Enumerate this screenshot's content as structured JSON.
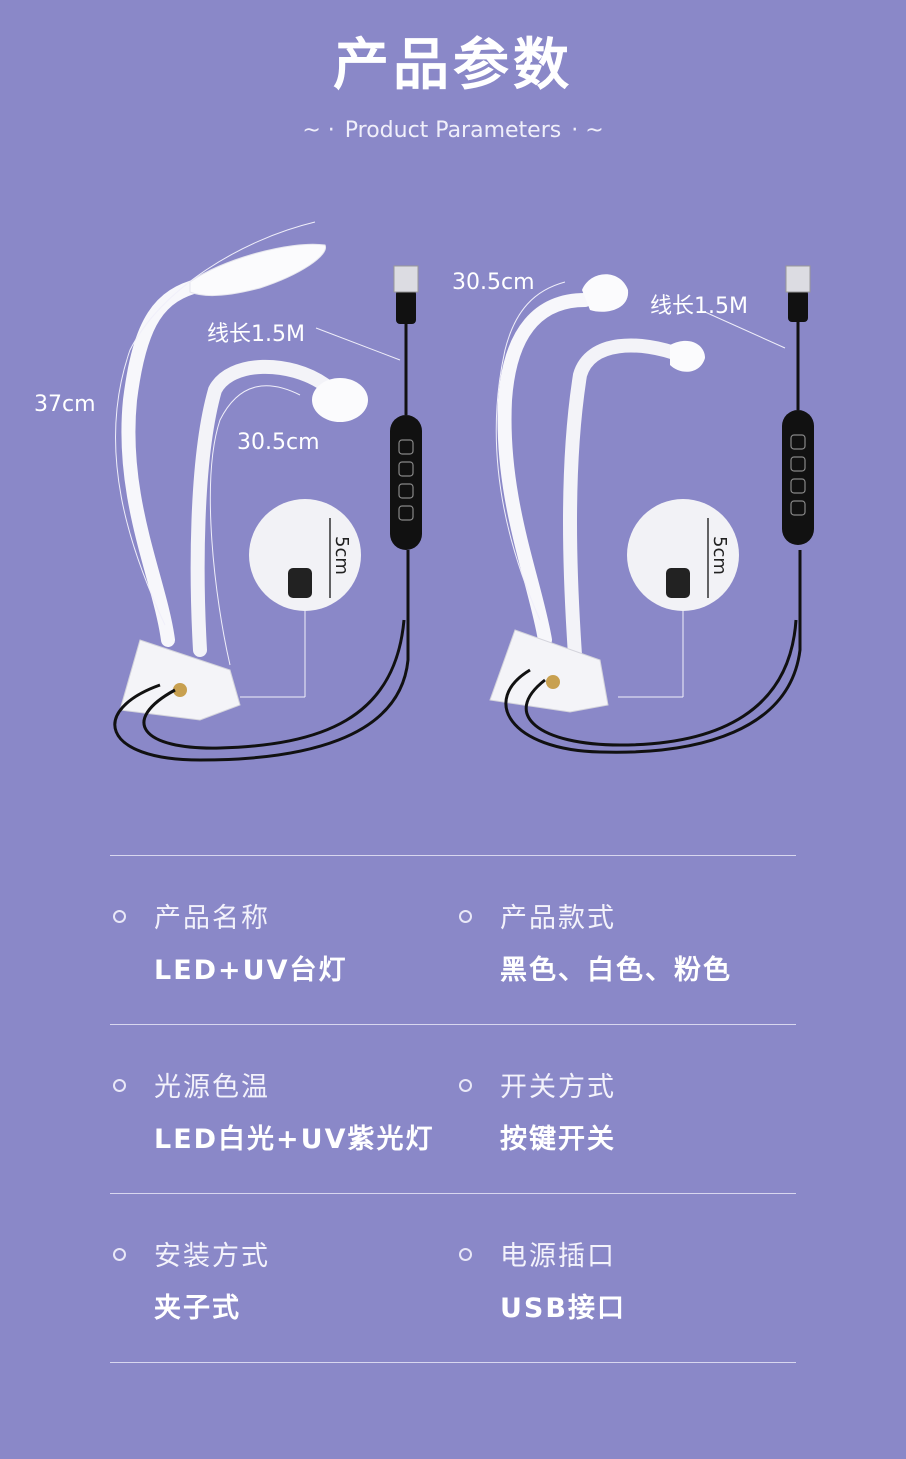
{
  "header": {
    "title": "产品参数",
    "subtitle": "Product Parameters",
    "subtitle_deco_left": "~ ·",
    "subtitle_deco_right": "· ~"
  },
  "figure": {
    "left": {
      "height_label": "37cm",
      "neck_label": "30.5cm",
      "cable_label": "线长1.5M",
      "clip_label": "5cm"
    },
    "right": {
      "neck_label": "30.5cm",
      "cable_label": "线长1.5M",
      "clip_label": "5cm"
    }
  },
  "params": {
    "rows": [
      {
        "left": {
          "label": "产品名称",
          "value": "LED+UV台灯"
        },
        "right": {
          "label": "产品款式",
          "value": "黑色、白色、粉色"
        }
      },
      {
        "left": {
          "label": "光源色温",
          "value": "LED白光+UV紫光灯"
        },
        "right": {
          "label": "开关方式",
          "value": "按键开关"
        }
      },
      {
        "left": {
          "label": "安装方式",
          "value": "夹子式"
        },
        "right": {
          "label": "电源插口",
          "value": "USB接口"
        }
      }
    ]
  },
  "colors": {
    "background": "#8a88c8",
    "divider": "#d8d7ef",
    "text": "#ffffff"
  }
}
